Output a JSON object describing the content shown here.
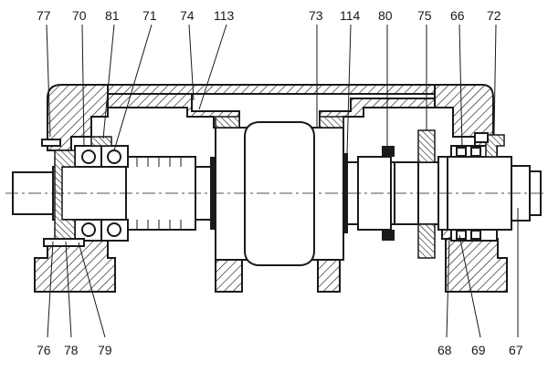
{
  "labels_top": [
    "77",
    "70",
    "81",
    "71",
    "74",
    "113",
    "73",
    "114",
    "80",
    "75",
    "66",
    "72"
  ],
  "labels_bottom": [
    "76",
    "78",
    "79",
    "68",
    "69",
    "67"
  ],
  "colors": {
    "ink": "#1a1a1a",
    "paper": "#ffffff"
  }
}
